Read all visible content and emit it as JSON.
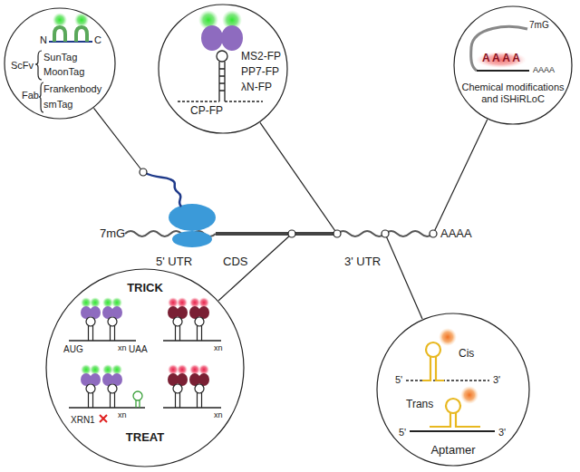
{
  "diagram": {
    "nodes": [
      {
        "text": [
          "N",
          "C",
          "ScFv",
          "SunTag",
          "MoonTag",
          "Fab",
          "Frankenbody",
          "smTag"
        ]
      },
      {
        "text": [
          "MS2-FP",
          "PP7-FP",
          "λN-FP",
          "CP-FP"
        ]
      },
      {
        "text": [
          "7mG",
          "A A A A",
          "AAAA",
          "Chemical modifications and iSHiRLoC"
        ]
      },
      {
        "text": [
          "TRICK",
          "AUG",
          "xn",
          "UAA",
          "xn",
          "xn",
          "XRN1",
          "xn",
          "TREAT"
        ]
      },
      {
        "text": [
          "Cis",
          "5'",
          "3'",
          "Trans",
          "5'",
          "3'",
          "Aptamer"
        ]
      }
    ],
    "labels": [
      "7mG",
      "5' UTR",
      "CDS",
      "3' UTR",
      "AAAA"
    ]
  }
}
